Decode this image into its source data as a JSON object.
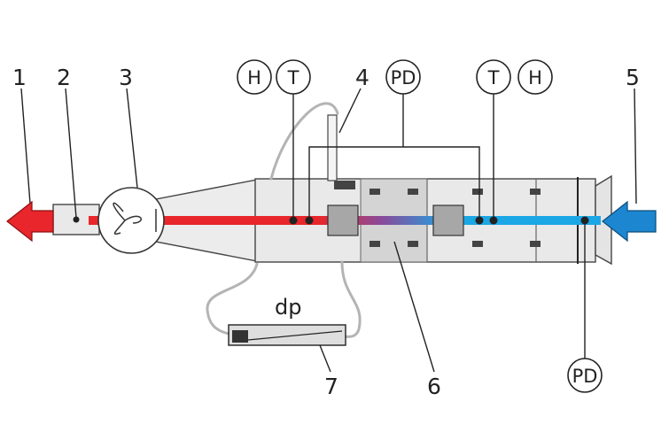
{
  "callouts": {
    "c1": "1",
    "c2": "2",
    "c3": "3",
    "c4": "4",
    "c5": "5",
    "c6": "6",
    "c7": "7"
  },
  "sensors": {
    "h_left": "H",
    "t_left": "T",
    "pd_top": "PD",
    "t_right": "T",
    "h_right": "H",
    "pd_bottom": "PD"
  },
  "dp_label": "dp",
  "colors": {
    "exhaust_arrow": "#e8262b",
    "intake_arrow": "#1c86d0",
    "warm_flow": "#e8262b",
    "cool_flow": "#1ba7e6",
    "duct_fill": "#e9e9e9"
  }
}
